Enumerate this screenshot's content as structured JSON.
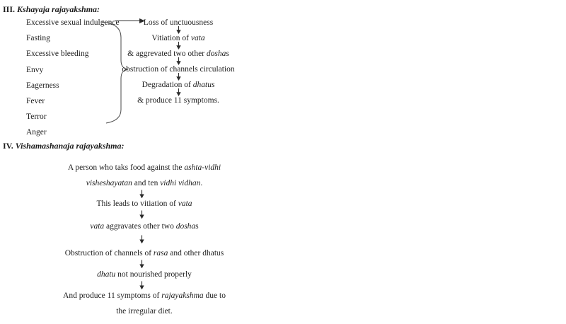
{
  "page": {
    "background_color": "#ffffff",
    "text_color": "#1c1c1c",
    "line_color": "#2b2b2b"
  },
  "section_kshayaja": {
    "heading": [
      {
        "t": "III. ",
        "i": false
      },
      {
        "t": "Kshayaja rajayakshma:",
        "i": true
      }
    ],
    "causes": [
      "Excessive sexual indulgence",
      "Fasting",
      "Excessive bleeding",
      "Envy",
      "Eagerness",
      "Fever",
      "Terror",
      "Anger"
    ],
    "flow": [
      [
        {
          "t": "Loss of unctuousness",
          "i": false
        }
      ],
      [
        {
          "t": "Vitiation of ",
          "i": false
        },
        {
          "t": "vata",
          "i": true
        }
      ],
      [
        {
          "t": "& aggrevated two other ",
          "i": false
        },
        {
          "t": "dosha",
          "i": true
        },
        {
          "t": "s",
          "i": false
        }
      ],
      [
        {
          "t": "obstruction of channels circulation",
          "i": false
        }
      ],
      [
        {
          "t": "Degradation of ",
          "i": false
        },
        {
          "t": "dhatus",
          "i": true
        }
      ],
      [
        {
          "t": "& produce 11 symptoms.",
          "i": false
        }
      ]
    ]
  },
  "section_vishamashanaja": {
    "heading": [
      {
        "t": "IV. ",
        "i": false
      },
      {
        "t": "Vishamashanaja rajayakshma:",
        "i": true
      }
    ],
    "flow": [
      [
        {
          "t": "A person who taks food against the ",
          "i": false
        },
        {
          "t": "ashta-vidhi",
          "i": true
        }
      ],
      [
        {
          "t": "visheshayatan",
          "i": true
        },
        {
          "t": " and ten ",
          "i": false
        },
        {
          "t": "vidhi vidhan",
          "i": true
        },
        {
          "t": ".",
          "i": false
        }
      ],
      [
        {
          "t": "This leads to vitiation of ",
          "i": false
        },
        {
          "t": "vata",
          "i": true
        }
      ],
      [
        {
          "t": "vata",
          "i": true
        },
        {
          "t": " aggravates other two ",
          "i": false
        },
        {
          "t": "dosha",
          "i": true
        },
        {
          "t": "s",
          "i": false
        }
      ],
      [
        {
          "t": "Obstruction of channels of ",
          "i": false
        },
        {
          "t": "rasa",
          "i": true
        },
        {
          "t": " and other dhatus",
          "i": false
        }
      ],
      [
        {
          "t": "dhatu",
          "i": true
        },
        {
          "t": " not nourished properly",
          "i": false
        }
      ],
      [
        {
          "t": "And produce 11 symptoms of ",
          "i": false
        },
        {
          "t": "rajayakshma",
          "i": true
        },
        {
          "t": " due to",
          "i": false
        }
      ],
      [
        {
          "t": "the irregular diet.",
          "i": false
        }
      ]
    ]
  }
}
